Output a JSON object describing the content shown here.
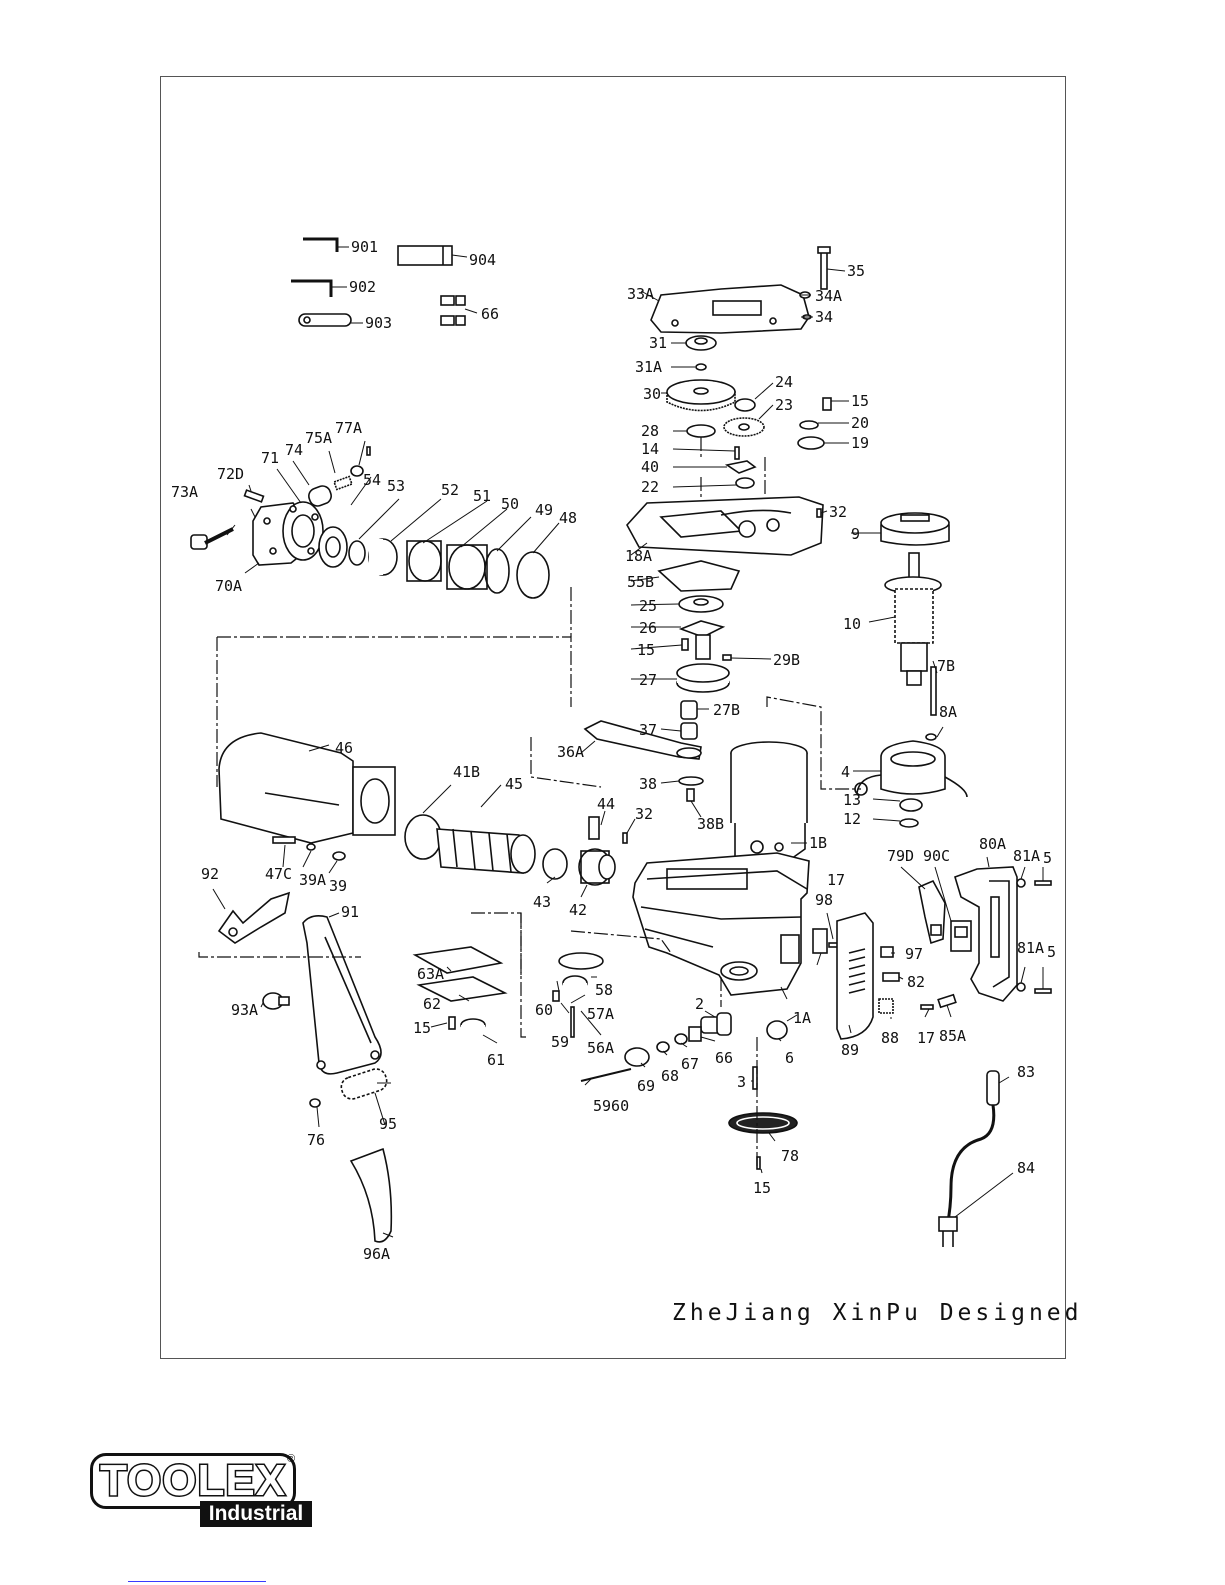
{
  "credit": "ZheJiang XinPu Designed",
  "brand": {
    "name": "TOOLEX",
    "sub": "Industrial",
    "reg": "®"
  },
  "part_labels": [
    "901",
    "902",
    "903",
    "904",
    "66",
    "35",
    "34A",
    "33A",
    "34",
    "31",
    "31A",
    "30",
    "24",
    "15",
    "23",
    "20",
    "28",
    "19",
    "14",
    "40",
    "22",
    "77A",
    "75A",
    "71",
    "74",
    "72D",
    "54",
    "53",
    "52",
    "51",
    "50",
    "49",
    "48",
    "73A",
    "70A",
    "32",
    "9",
    "18A",
    "55B",
    "25",
    "26",
    "10",
    "15",
    "29B",
    "27",
    "7B",
    "8A",
    "27B",
    "37",
    "36A",
    "4",
    "38",
    "38B",
    "13",
    "12",
    "46",
    "41B",
    "45",
    "44",
    "32",
    "1B",
    "80A",
    "81A",
    "5",
    "79D",
    "90C",
    "92",
    "47C",
    "39A",
    "39",
    "43",
    "42",
    "17",
    "98",
    "91",
    "63A",
    "58",
    "97",
    "62",
    "60",
    "57A",
    "82",
    "81A",
    "5",
    "15",
    "2",
    "1A",
    "93A",
    "59",
    "56A",
    "61",
    "6",
    "88",
    "17",
    "85A",
    "89",
    "66",
    "67",
    "68",
    "69",
    "83",
    "3",
    "5960",
    "95",
    "76",
    "78",
    "15",
    "84",
    "96A"
  ]
}
